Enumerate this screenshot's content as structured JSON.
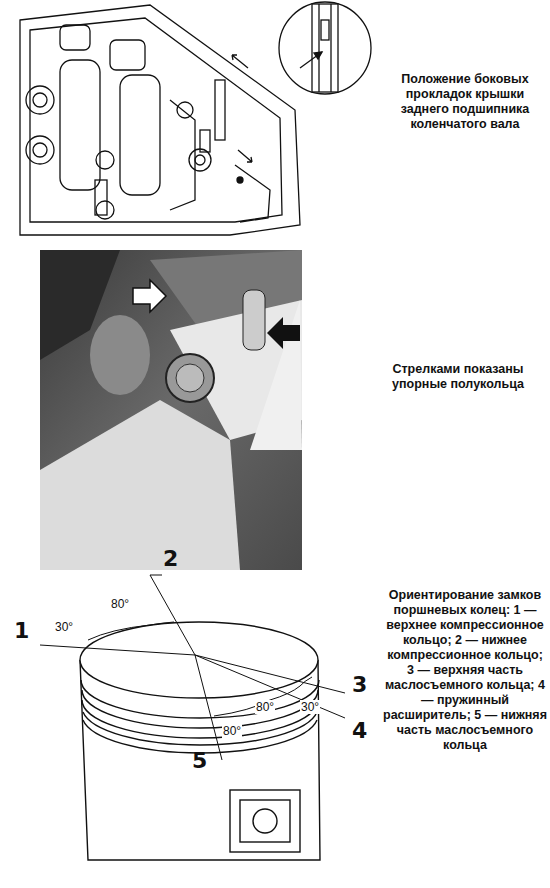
{
  "diagram": {
    "labels": [
      "Положение боковых прокладок крышки заднего подшипника коленчатого вала",
      "Стрелками показаны упорные полукольца",
      "Ориентирование замков поршневых колец: 1 — верхнее компрессионное кольцо; 2 — нижнее компрессионное кольцо; 3 — верхняя часть маслосъемного кольца; 4 — пружинный расширитель; 5 — нижняя часть маслосъемного кольца",
      "1",
      "2",
      "3",
      "4",
      "5",
      "30°",
      "80°",
      "80°",
      "30°",
      "80°"
    ]
  }
}
